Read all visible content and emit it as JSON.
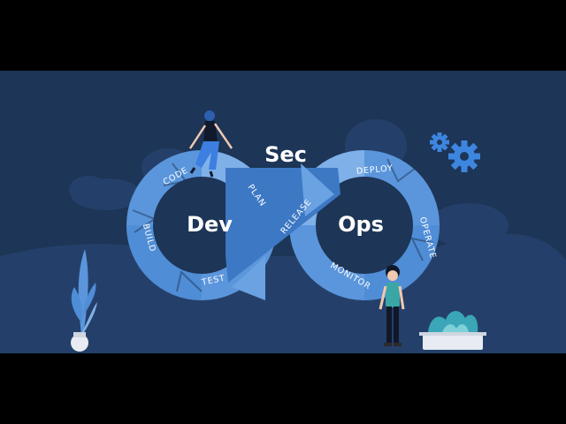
{
  "diagram": {
    "center_labels": {
      "left": "Dev",
      "top": "Sec",
      "right": "Ops"
    },
    "stages": [
      "CODE",
      "PLAN",
      "RELEASE",
      "DEPLOY",
      "OPERATE",
      "MONITOR",
      "TEST",
      "BUILD"
    ]
  },
  "colors": {
    "background": "#1d3556",
    "loop_light": "#7fb0e8",
    "loop_mid": "#4f8dd6",
    "loop_dark": "#3d78c4",
    "gear": "#3d86e0",
    "letterbox": "#000000"
  },
  "icons": [
    "gear-icon",
    "gear-icon-small",
    "person-sitting",
    "person-standing",
    "plant",
    "planter"
  ]
}
